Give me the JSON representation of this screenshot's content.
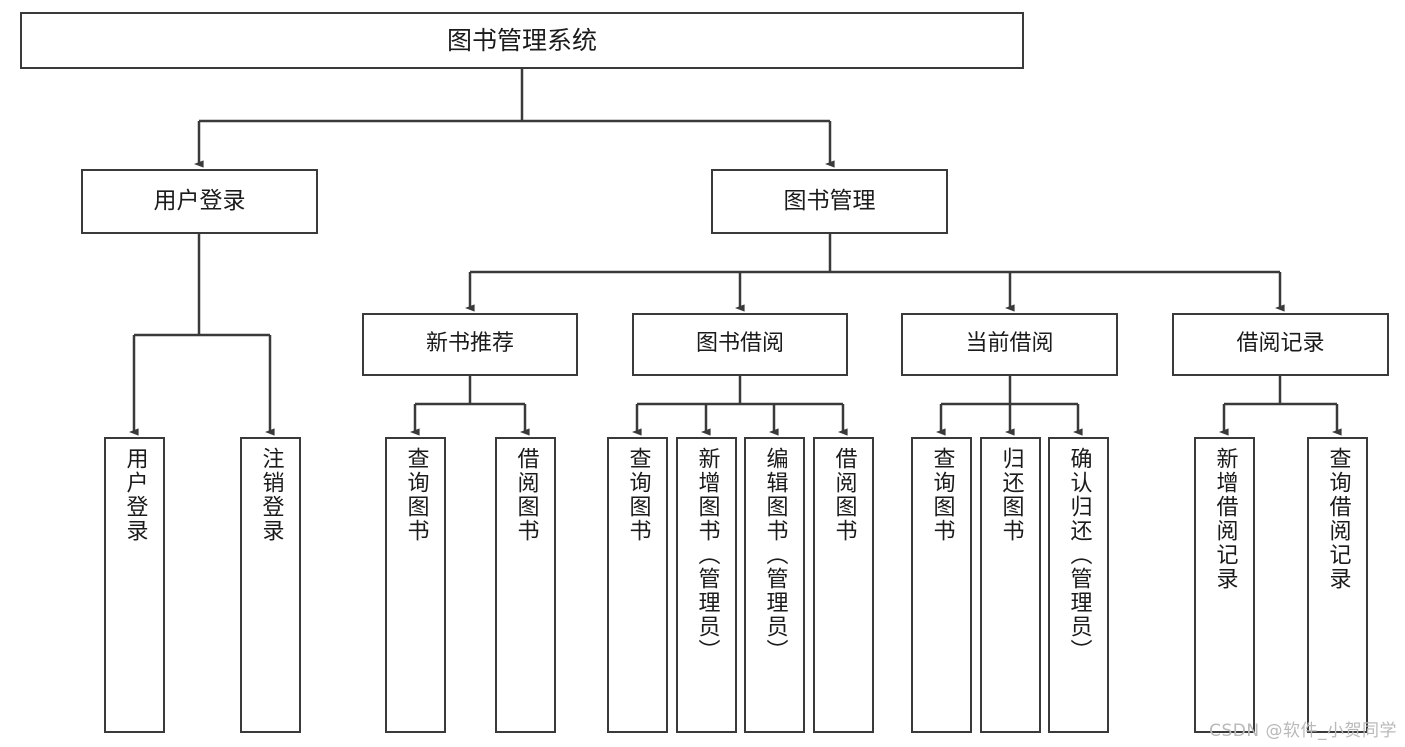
{
  "diagram": {
    "title": "图书管理系统",
    "watermark": "CSDN @软件_小贺同学",
    "root": {
      "label": "图书管理系统"
    },
    "level1": [
      {
        "label": "用户登录"
      },
      {
        "label": "图书管理"
      }
    ],
    "level2": [
      {
        "label": "新书推荐"
      },
      {
        "label": "图书借阅"
      },
      {
        "label": "当前借阅"
      },
      {
        "label": "借阅记录"
      }
    ],
    "leaves": {
      "user_login": [
        {
          "label": "用户登录"
        },
        {
          "label": "注销登录"
        }
      ],
      "new_book": [
        {
          "label": "查询图书"
        },
        {
          "label": "借阅图书"
        }
      ],
      "book_borrow": [
        {
          "label": "查询图书"
        },
        {
          "label": "新增图书（管理员）"
        },
        {
          "label": "编辑图书（管理员）"
        },
        {
          "label": "借阅图书"
        }
      ],
      "current_borrow": [
        {
          "label": "查询图书"
        },
        {
          "label": "归还图书"
        },
        {
          "label": "确认归还（管理员）"
        }
      ],
      "borrow_record": [
        {
          "label": "新增借阅记录"
        },
        {
          "label": "查询借阅记录"
        }
      ]
    },
    "colors": {
      "stroke": "#3a3a3a",
      "fill": "#ffffff",
      "text": "#1b1b1b",
      "watermark": "#b9b9b9"
    }
  }
}
